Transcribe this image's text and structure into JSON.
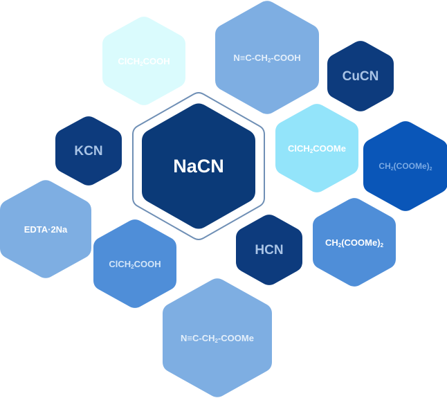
{
  "center": {
    "label": "NaCN",
    "fill": "#0b3a78",
    "text_color": "#ffffff",
    "ring_color": "#6f8fb5"
  },
  "hexagons": [
    {
      "id": "clch2cooh-top",
      "main": "ClCH",
      "sub": "2",
      "post": "COOH",
      "fill": "#dafbfd",
      "text_color": "#ffffff"
    },
    {
      "id": "cyanoacetic-acid",
      "main": "N≡C-CH",
      "sub": "2",
      "post": "-COOH",
      "fill": "#7eaee2",
      "text_color": "#e4effa"
    },
    {
      "id": "cucn",
      "main": "CuCN",
      "sub": "",
      "post": "",
      "fill": "#0d3b7d",
      "text_color": "#a9c4e6"
    },
    {
      "id": "kcn",
      "main": "KCN",
      "sub": "",
      "post": "",
      "fill": "#0d3b7d",
      "text_color": "#a9c4e6"
    },
    {
      "id": "methyl-chloroacetate",
      "main": "ClCH",
      "sub": "2",
      "post": "COOMe",
      "fill": "#93e4fa",
      "text_color": "#ffffff"
    },
    {
      "id": "dimethyl-malonate-right",
      "main": "CH",
      "sub": "2",
      "post": "(COOMe)",
      "sub2": "2",
      "fill": "#0a56b8",
      "text_color": "#7aa9e3"
    },
    {
      "id": "edta-2na",
      "main": "EDTA·2Na",
      "sub": "",
      "post": "",
      "fill": "#7eaee2",
      "text_color": "#ffffff"
    },
    {
      "id": "clch2cooh-bottom",
      "main": "ClCH",
      "sub": "2",
      "post": "COOH",
      "fill": "#4f8ed8",
      "text_color": "#d4e6f8"
    },
    {
      "id": "hcn",
      "main": "HCN",
      "sub": "",
      "post": "",
      "fill": "#0d3b7d",
      "text_color": "#a9c4e6"
    },
    {
      "id": "dimethyl-malonate-lower",
      "main": "CH",
      "sub": "2",
      "post": "(COOMe)",
      "sub2": "2",
      "fill": "#4f8ed8",
      "text_color": "#ffffff"
    },
    {
      "id": "methyl-cyanoacetate",
      "main": "N≡C-CH",
      "sub": "2",
      "post": "-COOMe",
      "fill": "#7eaee2",
      "text_color": "#e4effa"
    }
  ]
}
